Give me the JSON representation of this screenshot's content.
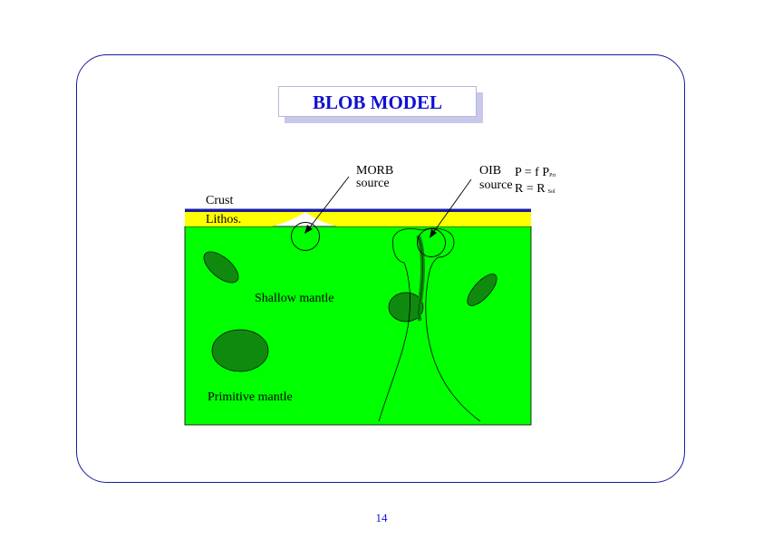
{
  "title": "BLOB MODEL",
  "labels": {
    "morb_line1": "MORB",
    "morb_line2": "source",
    "oib_line1": "OIB",
    "oib_line2": "source",
    "crust": "Crust",
    "lithos": "Lithos.",
    "shallow_mantle": "Shallow mantle",
    "primitive_mantle": "Primitive mantle"
  },
  "equations": {
    "p_main": "P = f P",
    "p_sub": "Pri",
    "r_main": "R = R",
    "r_sub": "Sol"
  },
  "page_number": "14",
  "colors": {
    "frame": "#1a1aa0",
    "title": "#1010d0",
    "crust": "#1a1aa0",
    "lithosphere": "#ffff00",
    "mantle": "#00ff00",
    "blob": "#0f8a0f"
  }
}
